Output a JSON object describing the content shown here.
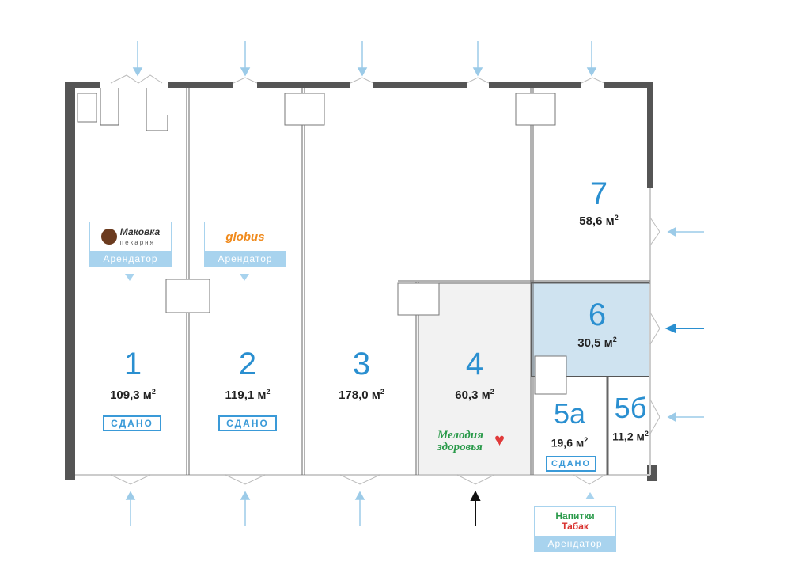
{
  "rooms": [
    {
      "number": "1",
      "area": "109,3 м",
      "status": "СДАНО"
    },
    {
      "number": "2",
      "area": "119,1 м",
      "status": "СДАНО"
    },
    {
      "number": "3",
      "area": "178,0 м"
    },
    {
      "number": "4",
      "area": "60,3 м"
    },
    {
      "number": "5а",
      "area": "19,6 м",
      "status": "СДАНО"
    },
    {
      "number": "5б",
      "area": "11,2 м"
    },
    {
      "number": "6",
      "area": "30,5 м"
    },
    {
      "number": "7",
      "area": "58,6 м"
    }
  ],
  "area_superscript": "2",
  "tenants": [
    {
      "name": "Маковка",
      "subtitle": "пекарня",
      "label": "Арендатор"
    },
    {
      "name": "globus",
      "label": "Арендатор"
    },
    {
      "line1": "Напитки",
      "line2": "Табак",
      "label": "Арендатор"
    }
  ],
  "room4_logo": {
    "line1": "Мелодия",
    "line2": "здоровья"
  },
  "colors": {
    "accent": "#2a8fd0",
    "highlight": "#cfe3f0",
    "room4": "#f2f2f2",
    "wall": "#555555"
  }
}
